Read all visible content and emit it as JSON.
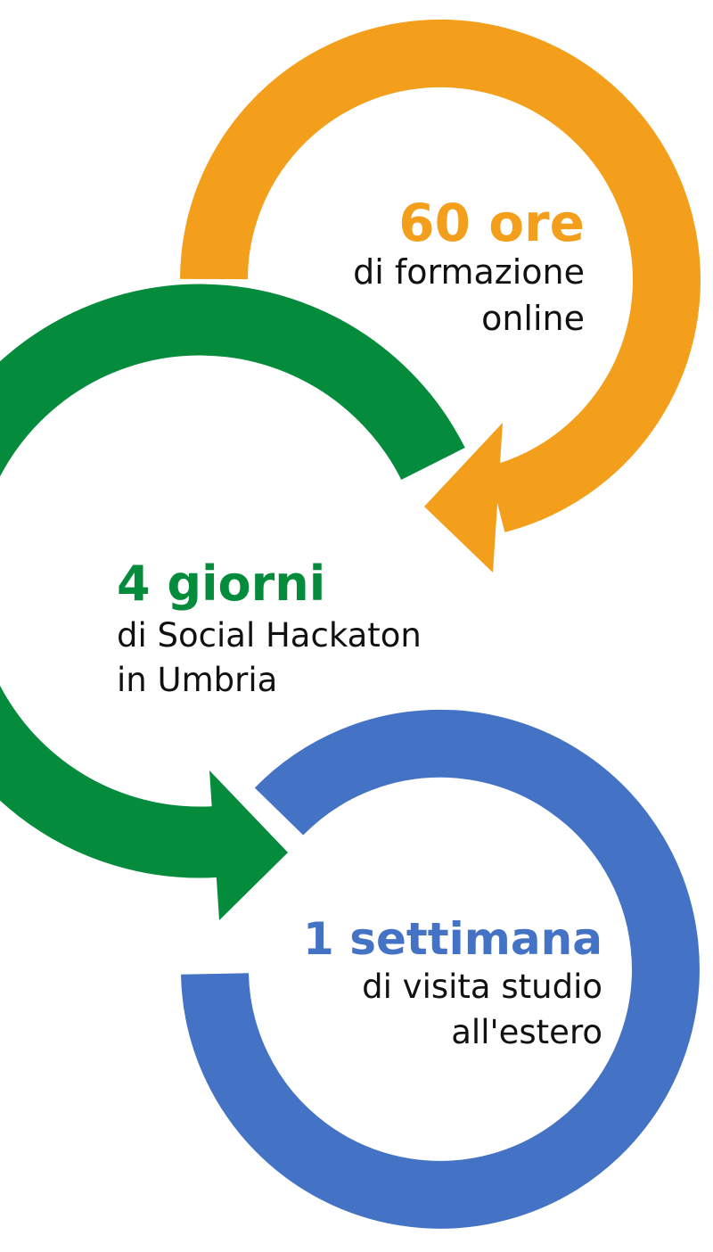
{
  "colors": {
    "orange": "#F39F1B",
    "green": "#058B3C",
    "blue": "#4472C4",
    "text": "#111111"
  },
  "steps": [
    {
      "headline": "60 ore",
      "line1": "di formazione",
      "line2": "online",
      "color_key": "orange"
    },
    {
      "headline": "4 giorni",
      "line1": "di Social Hackaton",
      "line2": "in Umbria",
      "color_key": "green"
    },
    {
      "headline": "1 settimana",
      "line1": "di visita studio",
      "line2": "all'estero",
      "color_key": "blue"
    }
  ]
}
